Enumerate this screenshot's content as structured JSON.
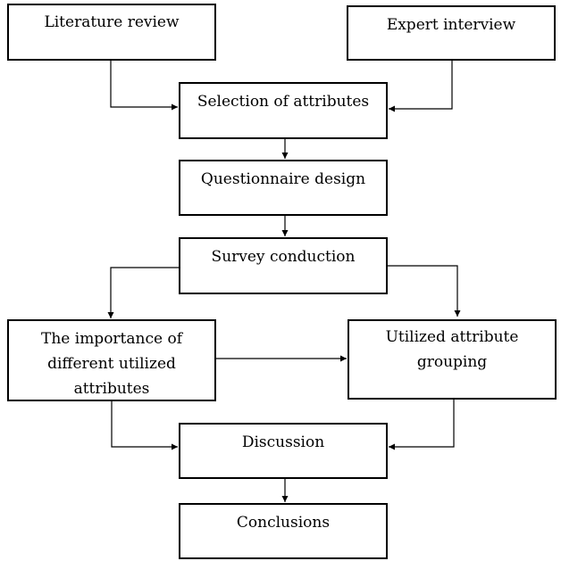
{
  "nodes": {
    "literature_review": "Literature review",
    "expert_interview": "Expert interview",
    "selection_of_attributes": "Selection of attributes",
    "questionnaire_design": "Questionnaire design",
    "survey_conduction": "Survey conduction",
    "importance": "The importance of\ndifferent utilized\nattributes",
    "grouping": "Utilized attribute\ngrouping",
    "discussion": "Discussion",
    "conclusions": "Conclusions"
  },
  "colors": {
    "stroke": "#000000",
    "background": "#ffffff"
  }
}
